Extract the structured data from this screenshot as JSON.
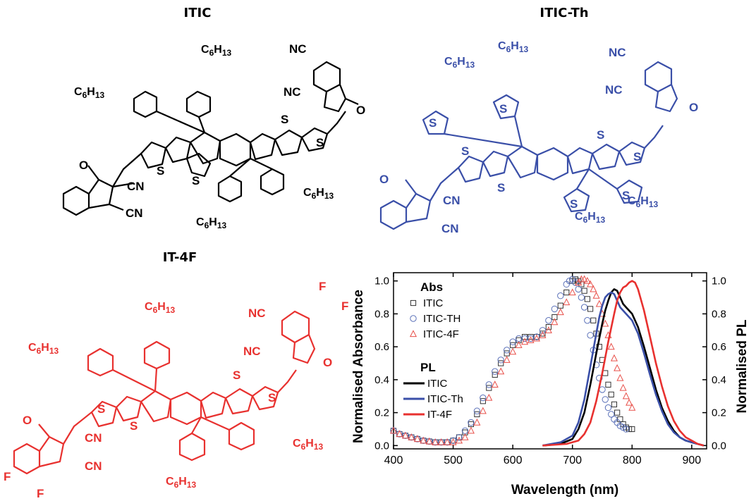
{
  "molecules": [
    {
      "title": "ITIC",
      "color": "#000000",
      "labels": {
        "c6h13_top_a": "C6H13",
        "c6h13_top_b": "C6H13",
        "c6h13_bot_a": "C6H13",
        "c6h13_bot_b": "C6H13",
        "nc_a": "NC",
        "nc_b": "NC",
        "cn_a": "CN",
        "cn_b": "CN",
        "o_a": "O",
        "o_b": "O",
        "s1": "S",
        "s2": "S",
        "s3": "S",
        "s4": "S"
      }
    },
    {
      "title": "ITIC-Th",
      "color": "#3a4fa8",
      "labels": {
        "c6h13_top_a": "C6H13",
        "c6h13_top_b": "C6H13",
        "c6h13_bot_a": "C6H13",
        "c6h13_bot_b": "C6H13",
        "nc_a": "NC",
        "nc_b": "NC",
        "cn_a": "CN",
        "cn_b": "CN",
        "o_a": "O",
        "o_b": "O",
        "s1": "S",
        "s2": "S",
        "s3": "S",
        "s4": "S",
        "s5": "S",
        "s6": "S",
        "s7": "S",
        "s8": "S"
      }
    },
    {
      "title": "IT-4F",
      "color": "#e8312f",
      "labels": {
        "c6h13_top_a": "C6H13",
        "c6h13_top_b": "C6H13",
        "c6h13_bot_a": "C6H13",
        "c6h13_bot_b": "C6H13",
        "nc_a": "NC",
        "nc_b": "NC",
        "cn_a": "CN",
        "cn_b": "CN",
        "o_a": "O",
        "o_b": "O",
        "f1": "F",
        "f2": "F",
        "f3": "F",
        "f4": "F",
        "s1": "S",
        "s2": "S",
        "s3": "S",
        "s4": "S"
      }
    }
  ],
  "chart_data": {
    "type": "line",
    "xlabel": "Wavelength (nm)",
    "ylabel": "Normalised Absorbance",
    "y2label": "Normalised PL",
    "xlim": [
      400,
      925
    ],
    "ylim": [
      -0.02,
      1.05
    ],
    "y2lim": [
      -0.02,
      1.05
    ],
    "xticks": [
      400,
      500,
      600,
      700,
      800,
      900
    ],
    "yticks": [
      0.0,
      0.2,
      0.4,
      0.6,
      0.8,
      1.0
    ],
    "y2ticks": [
      0.0,
      0.2,
      0.4,
      0.6,
      0.8,
      1.0
    ],
    "grid": false,
    "legend_position": "top-left",
    "legend": {
      "abs_title": "Abs",
      "pl_title": "PL",
      "abs_entries": [
        "ITIC",
        "ITIC-TH",
        "ITIC-4F"
      ],
      "pl_entries": [
        "ITIC",
        "ITIC-Th",
        "IT-4F"
      ]
    },
    "abs_series": [
      {
        "name": "ITIC",
        "marker": "square",
        "color": "#333333",
        "x": [
          400,
          410,
          420,
          430,
          440,
          450,
          460,
          470,
          480,
          490,
          500,
          510,
          520,
          530,
          540,
          550,
          560,
          570,
          580,
          590,
          600,
          610,
          620,
          630,
          640,
          650,
          660,
          670,
          680,
          690,
          700,
          705,
          710,
          715,
          720,
          725,
          730,
          735,
          740,
          745,
          750,
          755,
          760,
          765,
          770,
          775,
          780,
          785,
          790,
          795,
          800
        ],
        "y": [
          0.09,
          0.07,
          0.06,
          0.05,
          0.04,
          0.03,
          0.025,
          0.02,
          0.02,
          0.02,
          0.03,
          0.05,
          0.08,
          0.13,
          0.19,
          0.27,
          0.35,
          0.43,
          0.5,
          0.56,
          0.61,
          0.64,
          0.66,
          0.66,
          0.66,
          0.68,
          0.72,
          0.78,
          0.85,
          0.93,
          1.0,
          1.01,
          1.0,
          0.98,
          0.94,
          0.89,
          0.83,
          0.76,
          0.68,
          0.6,
          0.52,
          0.44,
          0.37,
          0.31,
          0.25,
          0.2,
          0.16,
          0.13,
          0.11,
          0.1,
          0.1
        ]
      },
      {
        "name": "ITIC-TH",
        "marker": "circle",
        "color": "#5a70b8",
        "x": [
          400,
          410,
          420,
          430,
          440,
          450,
          460,
          470,
          480,
          490,
          500,
          510,
          520,
          530,
          540,
          550,
          560,
          570,
          580,
          590,
          600,
          610,
          620,
          630,
          640,
          650,
          660,
          670,
          680,
          690,
          695,
          700,
          705,
          710,
          715,
          720,
          725,
          730,
          735,
          740,
          745,
          750,
          755,
          760,
          765,
          770,
          775,
          780,
          785,
          790
        ],
        "y": [
          0.09,
          0.07,
          0.06,
          0.05,
          0.04,
          0.03,
          0.025,
          0.02,
          0.02,
          0.02,
          0.03,
          0.05,
          0.09,
          0.14,
          0.21,
          0.29,
          0.37,
          0.45,
          0.52,
          0.58,
          0.63,
          0.65,
          0.65,
          0.65,
          0.66,
          0.7,
          0.76,
          0.83,
          0.91,
          0.98,
          1.0,
          1.01,
          0.99,
          0.95,
          0.9,
          0.84,
          0.76,
          0.67,
          0.58,
          0.49,
          0.41,
          0.34,
          0.28,
          0.23,
          0.19,
          0.16,
          0.14,
          0.12,
          0.11,
          0.1
        ]
      },
      {
        "name": "ITIC-4F",
        "marker": "triangle",
        "color": "#e8504a",
        "x": [
          400,
          410,
          420,
          430,
          440,
          450,
          460,
          470,
          480,
          490,
          500,
          510,
          520,
          530,
          540,
          550,
          560,
          570,
          580,
          590,
          600,
          610,
          620,
          630,
          640,
          650,
          660,
          670,
          680,
          690,
          700,
          710,
          715,
          720,
          725,
          730,
          735,
          740,
          745,
          750,
          755,
          760,
          765,
          770,
          775,
          780,
          785,
          790,
          795,
          800
        ],
        "y": [
          0.09,
          0.07,
          0.06,
          0.05,
          0.04,
          0.03,
          0.025,
          0.02,
          0.02,
          0.02,
          0.02,
          0.03,
          0.05,
          0.09,
          0.14,
          0.21,
          0.29,
          0.37,
          0.45,
          0.52,
          0.57,
          0.61,
          0.63,
          0.64,
          0.65,
          0.67,
          0.7,
          0.75,
          0.81,
          0.87,
          0.93,
          0.99,
          1.01,
          1.01,
          1.0,
          0.98,
          0.95,
          0.91,
          0.86,
          0.8,
          0.74,
          0.67,
          0.6,
          0.53,
          0.47,
          0.41,
          0.35,
          0.3,
          0.26,
          0.23
        ]
      }
    ],
    "pl_series": [
      {
        "name": "ITIC",
        "color": "#000000",
        "x": [
          650,
          680,
          700,
          710,
          720,
          730,
          740,
          750,
          755,
          760,
          765,
          770,
          775,
          780,
          785,
          790,
          800,
          810,
          820,
          830,
          840,
          850,
          860,
          870,
          880,
          890,
          900,
          910,
          920
        ],
        "y": [
          0.0,
          0.01,
          0.04,
          0.1,
          0.2,
          0.37,
          0.56,
          0.74,
          0.82,
          0.88,
          0.93,
          0.95,
          0.94,
          0.9,
          0.86,
          0.84,
          0.8,
          0.72,
          0.6,
          0.47,
          0.34,
          0.23,
          0.15,
          0.09,
          0.05,
          0.03,
          0.02,
          0.01,
          0.0
        ]
      },
      {
        "name": "ITIC-Th",
        "color": "#3a4fa8",
        "x": [
          650,
          680,
          700,
          710,
          720,
          730,
          740,
          745,
          750,
          755,
          760,
          765,
          770,
          775,
          780,
          790,
          800,
          810,
          820,
          830,
          840,
          850,
          860,
          870,
          880,
          890,
          900,
          910,
          920
        ],
        "y": [
          0.0,
          0.02,
          0.06,
          0.14,
          0.28,
          0.48,
          0.68,
          0.78,
          0.85,
          0.9,
          0.92,
          0.93,
          0.92,
          0.88,
          0.84,
          0.8,
          0.76,
          0.68,
          0.56,
          0.43,
          0.31,
          0.21,
          0.13,
          0.08,
          0.05,
          0.03,
          0.02,
          0.01,
          0.0
        ]
      },
      {
        "name": "IT-4F",
        "color": "#e8312f",
        "x": [
          650,
          690,
          710,
          720,
          730,
          740,
          750,
          760,
          770,
          775,
          780,
          785,
          790,
          795,
          800,
          805,
          810,
          820,
          830,
          840,
          850,
          860,
          870,
          880,
          890,
          900,
          910,
          920
        ],
        "y": [
          0.0,
          0.01,
          0.03,
          0.07,
          0.14,
          0.27,
          0.44,
          0.63,
          0.8,
          0.88,
          0.93,
          0.96,
          0.97,
          0.99,
          1.0,
          0.99,
          0.95,
          0.82,
          0.66,
          0.5,
          0.36,
          0.24,
          0.15,
          0.09,
          0.05,
          0.03,
          0.01,
          0.0
        ]
      }
    ]
  }
}
